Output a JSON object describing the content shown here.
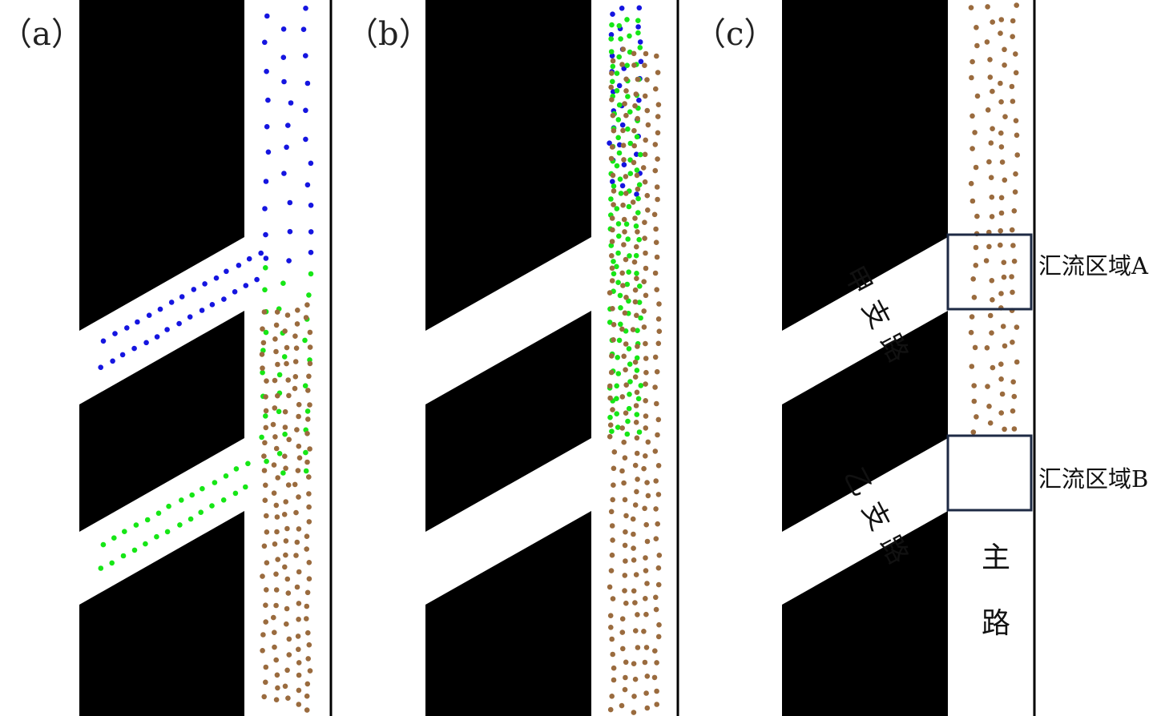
{
  "colors": {
    "building": "#000000",
    "road": "#ffffff",
    "border": "#000000",
    "zone_box": "#1e2a44",
    "branch_a_crowd": "#1515e0",
    "branch_b_crowd": "#16e616",
    "main_crowd": "#9a6b3e"
  },
  "panels": [
    {
      "label": "（a）",
      "description": "three crowd flows — blue from branch 甲, green from branch 乙, brown on main road"
    },
    {
      "label": "（b）",
      "description": "later state, branch crowds merged into main road"
    },
    {
      "label": "（c）",
      "description": "annotated layout"
    }
  ],
  "roads": {
    "branch_a": [
      "甲",
      "支",
      "路"
    ],
    "branch_b": [
      "乙",
      "支",
      "路"
    ],
    "main": [
      "主",
      "路"
    ]
  },
  "zones": {
    "a": "汇流区域A",
    "b": "汇流区域B"
  },
  "icons": [
    "pedestrian-dot-icon"
  ]
}
